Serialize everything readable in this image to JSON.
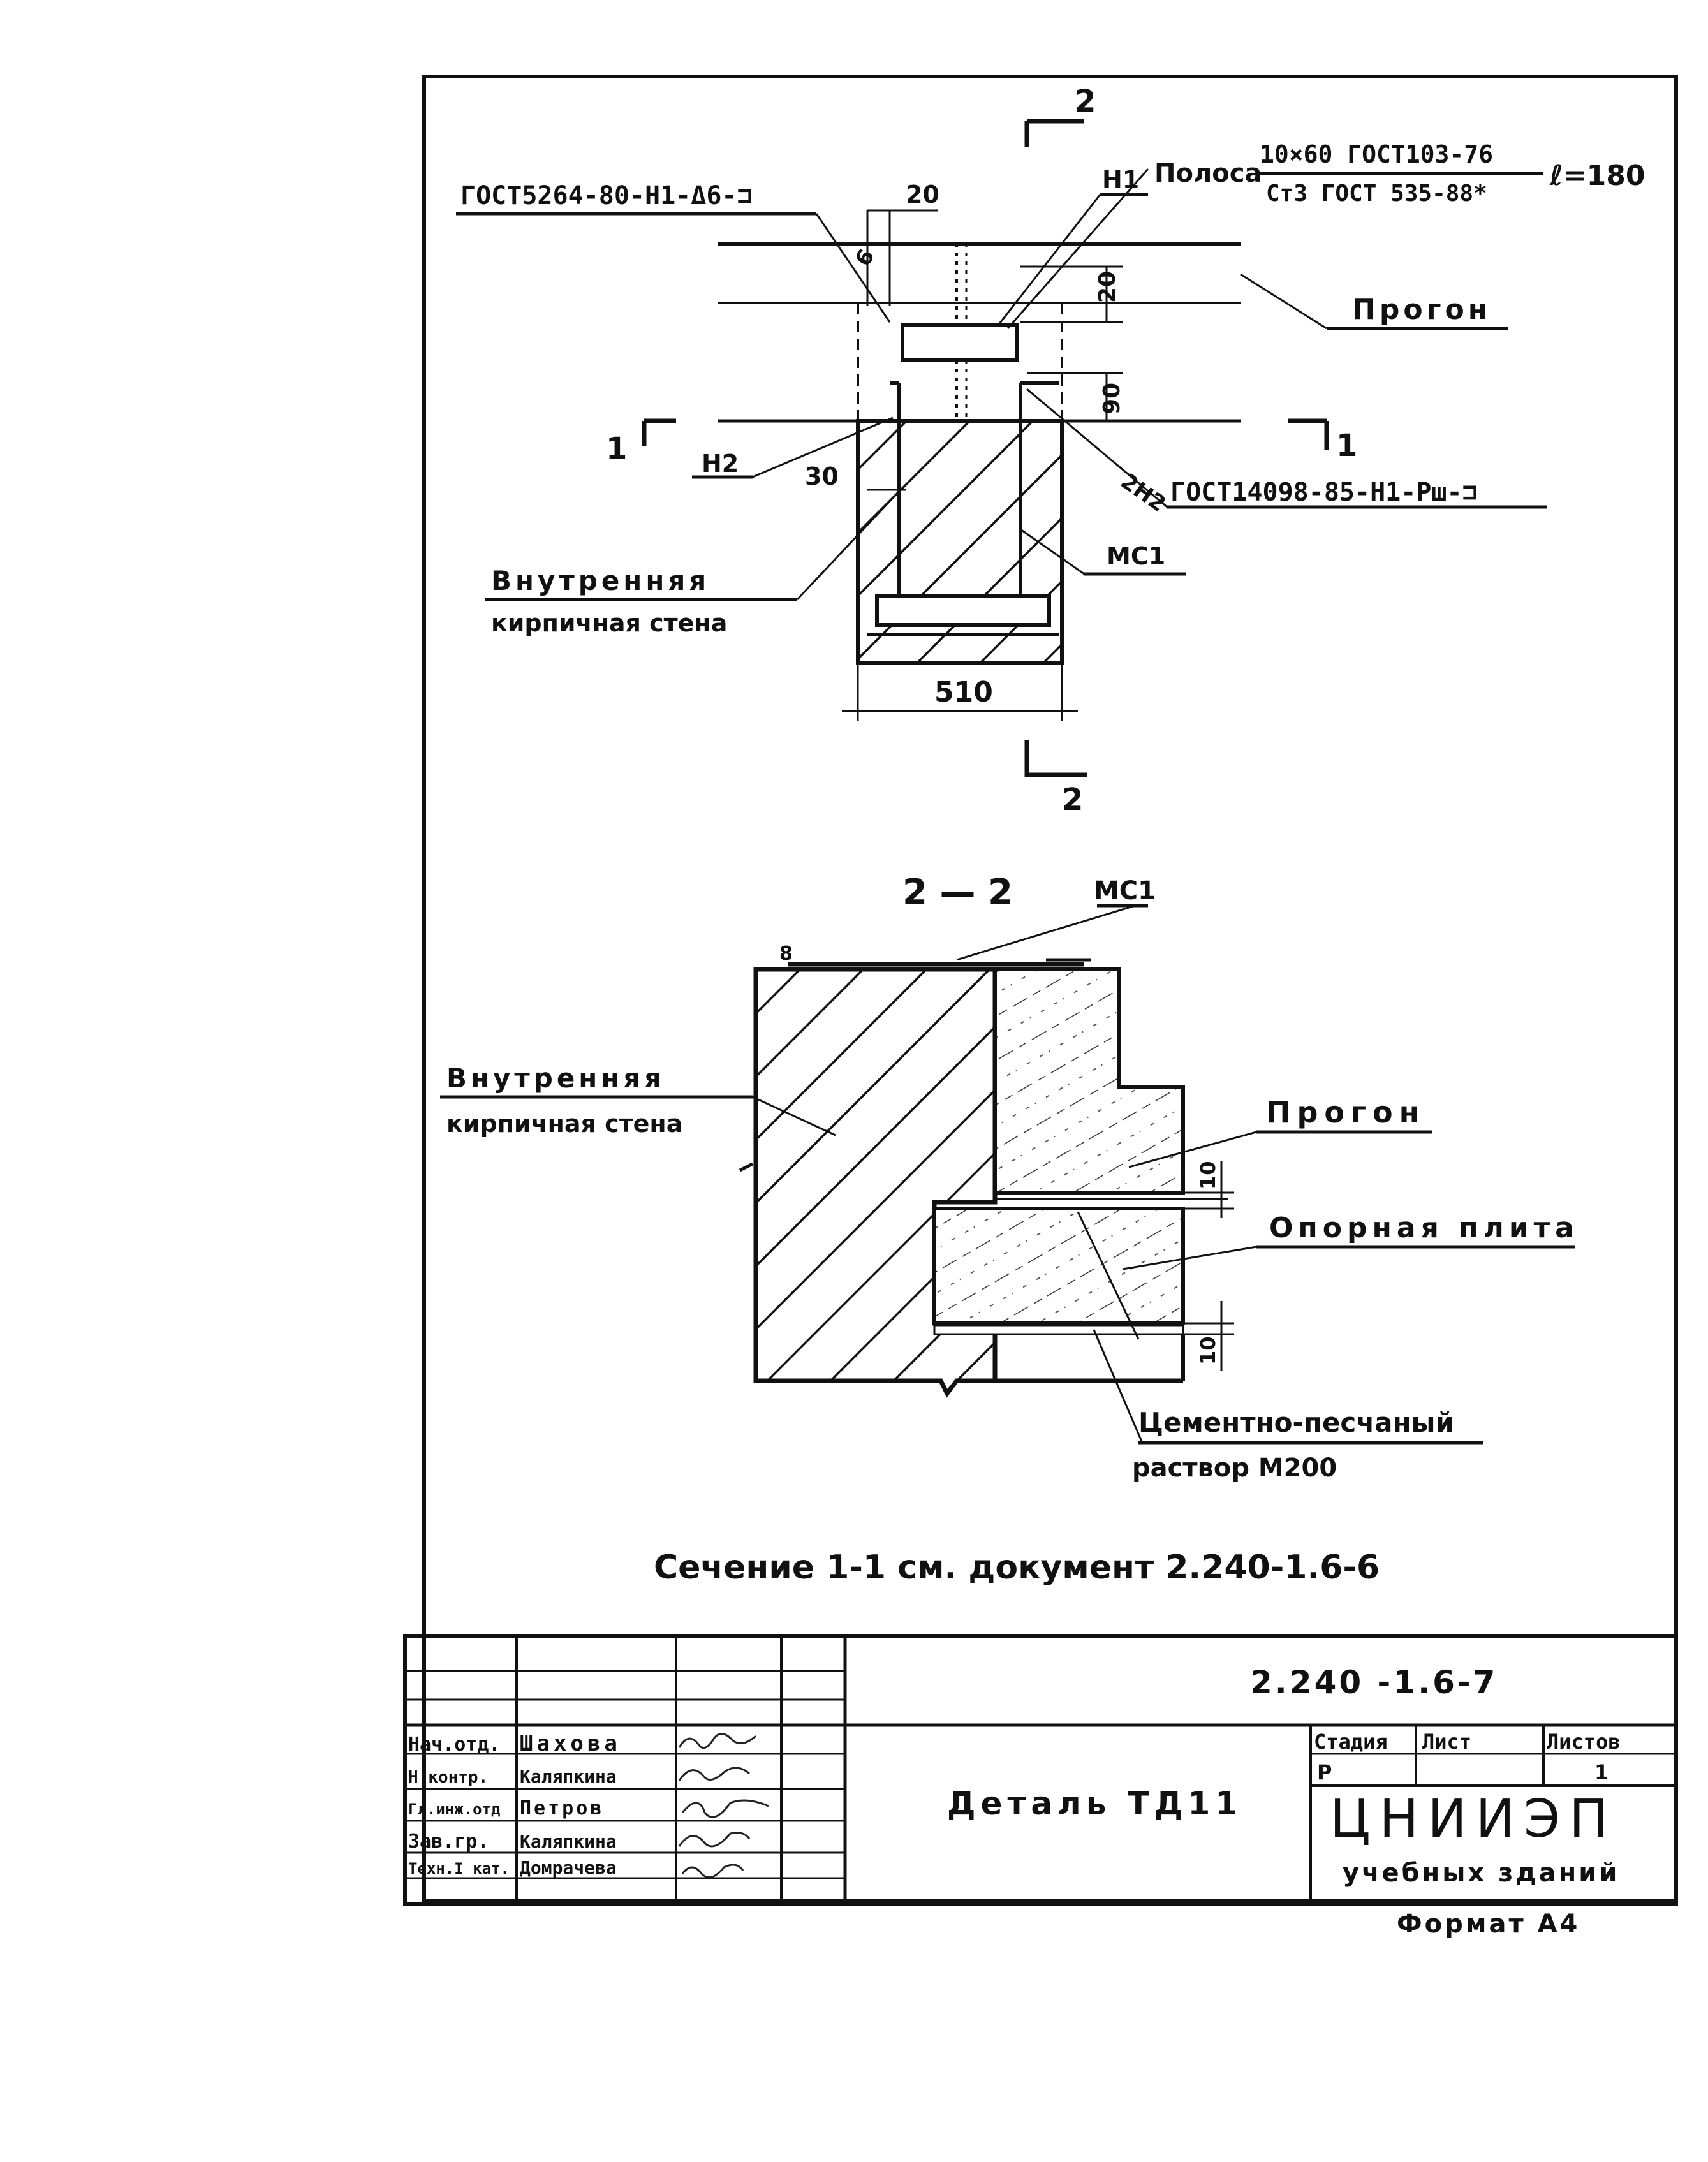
{
  "plan_view": {
    "section_mark_top": "2",
    "section_mark_bottom": "2",
    "section_mark_left": "1",
    "section_mark_right": "1",
    "label_weld_gost": "ГОСТ5264-80-Н1-Δ6-⊐",
    "label_dim_20_top": "20",
    "label_n1": "Н1",
    "label_strip_prefix": "Полоса",
    "label_strip_top": "10×60 ГОСТ103-76",
    "label_strip_bottom": "Ст3 ГОСТ 535-88*",
    "label_strip_length": "ℓ=180",
    "label_dim_6": "6",
    "label_dim_20_right": "20",
    "label_purlin": "Прогон",
    "label_dim_90": "90",
    "label_n2": "Н2",
    "label_2n2": "2Н2",
    "label_dim_30": "30",
    "label_weld_gost2": "ГОСТ14098-85-Н1-Рш-⊐",
    "label_wall_line1": "Внутренняя",
    "label_wall_line2": "кирпичная стена",
    "label_mc1": "МС1",
    "label_dim_510": "510"
  },
  "section_2_2": {
    "title": "2 — 2",
    "label_mc1": "МС1",
    "label_dim_8": "8",
    "label_wall_line1": "Внутренняя",
    "label_wall_line2": "кирпичная стена",
    "label_purlin": "Прогон",
    "label_dim_10a": "10",
    "label_plate": "Опорная плита",
    "label_dim_10b": "10",
    "label_mortar_line1": "Цементно-песчаный",
    "label_mortar_line2": "раствор М200"
  },
  "note": "Сечение 1-1 см. документ 2.240-1.6-6",
  "title_block": {
    "doc_number": "2.240 -1.6-7",
    "title": "Деталь ТД11",
    "stage_header": "Стадия",
    "sheet_header": "Лист",
    "sheets_header": "Листов",
    "stage_value": "Р",
    "sheet_value": "",
    "sheets_value": "1",
    "org_name": "ЦНИИЭП",
    "org_sub": "учебных зданий",
    "format": "Формат А4",
    "roles": [
      {
        "role": "Нач.отд.",
        "name": "Шахова"
      },
      {
        "role": "Н.контр.",
        "name": "Каляпкина"
      },
      {
        "role": "Гл.инж.отд",
        "name": "Петров"
      },
      {
        "role": "Зав.гр.",
        "name": "Каляпкина"
      },
      {
        "role": "Техн.I кат.",
        "name": "Домрачева"
      }
    ]
  }
}
